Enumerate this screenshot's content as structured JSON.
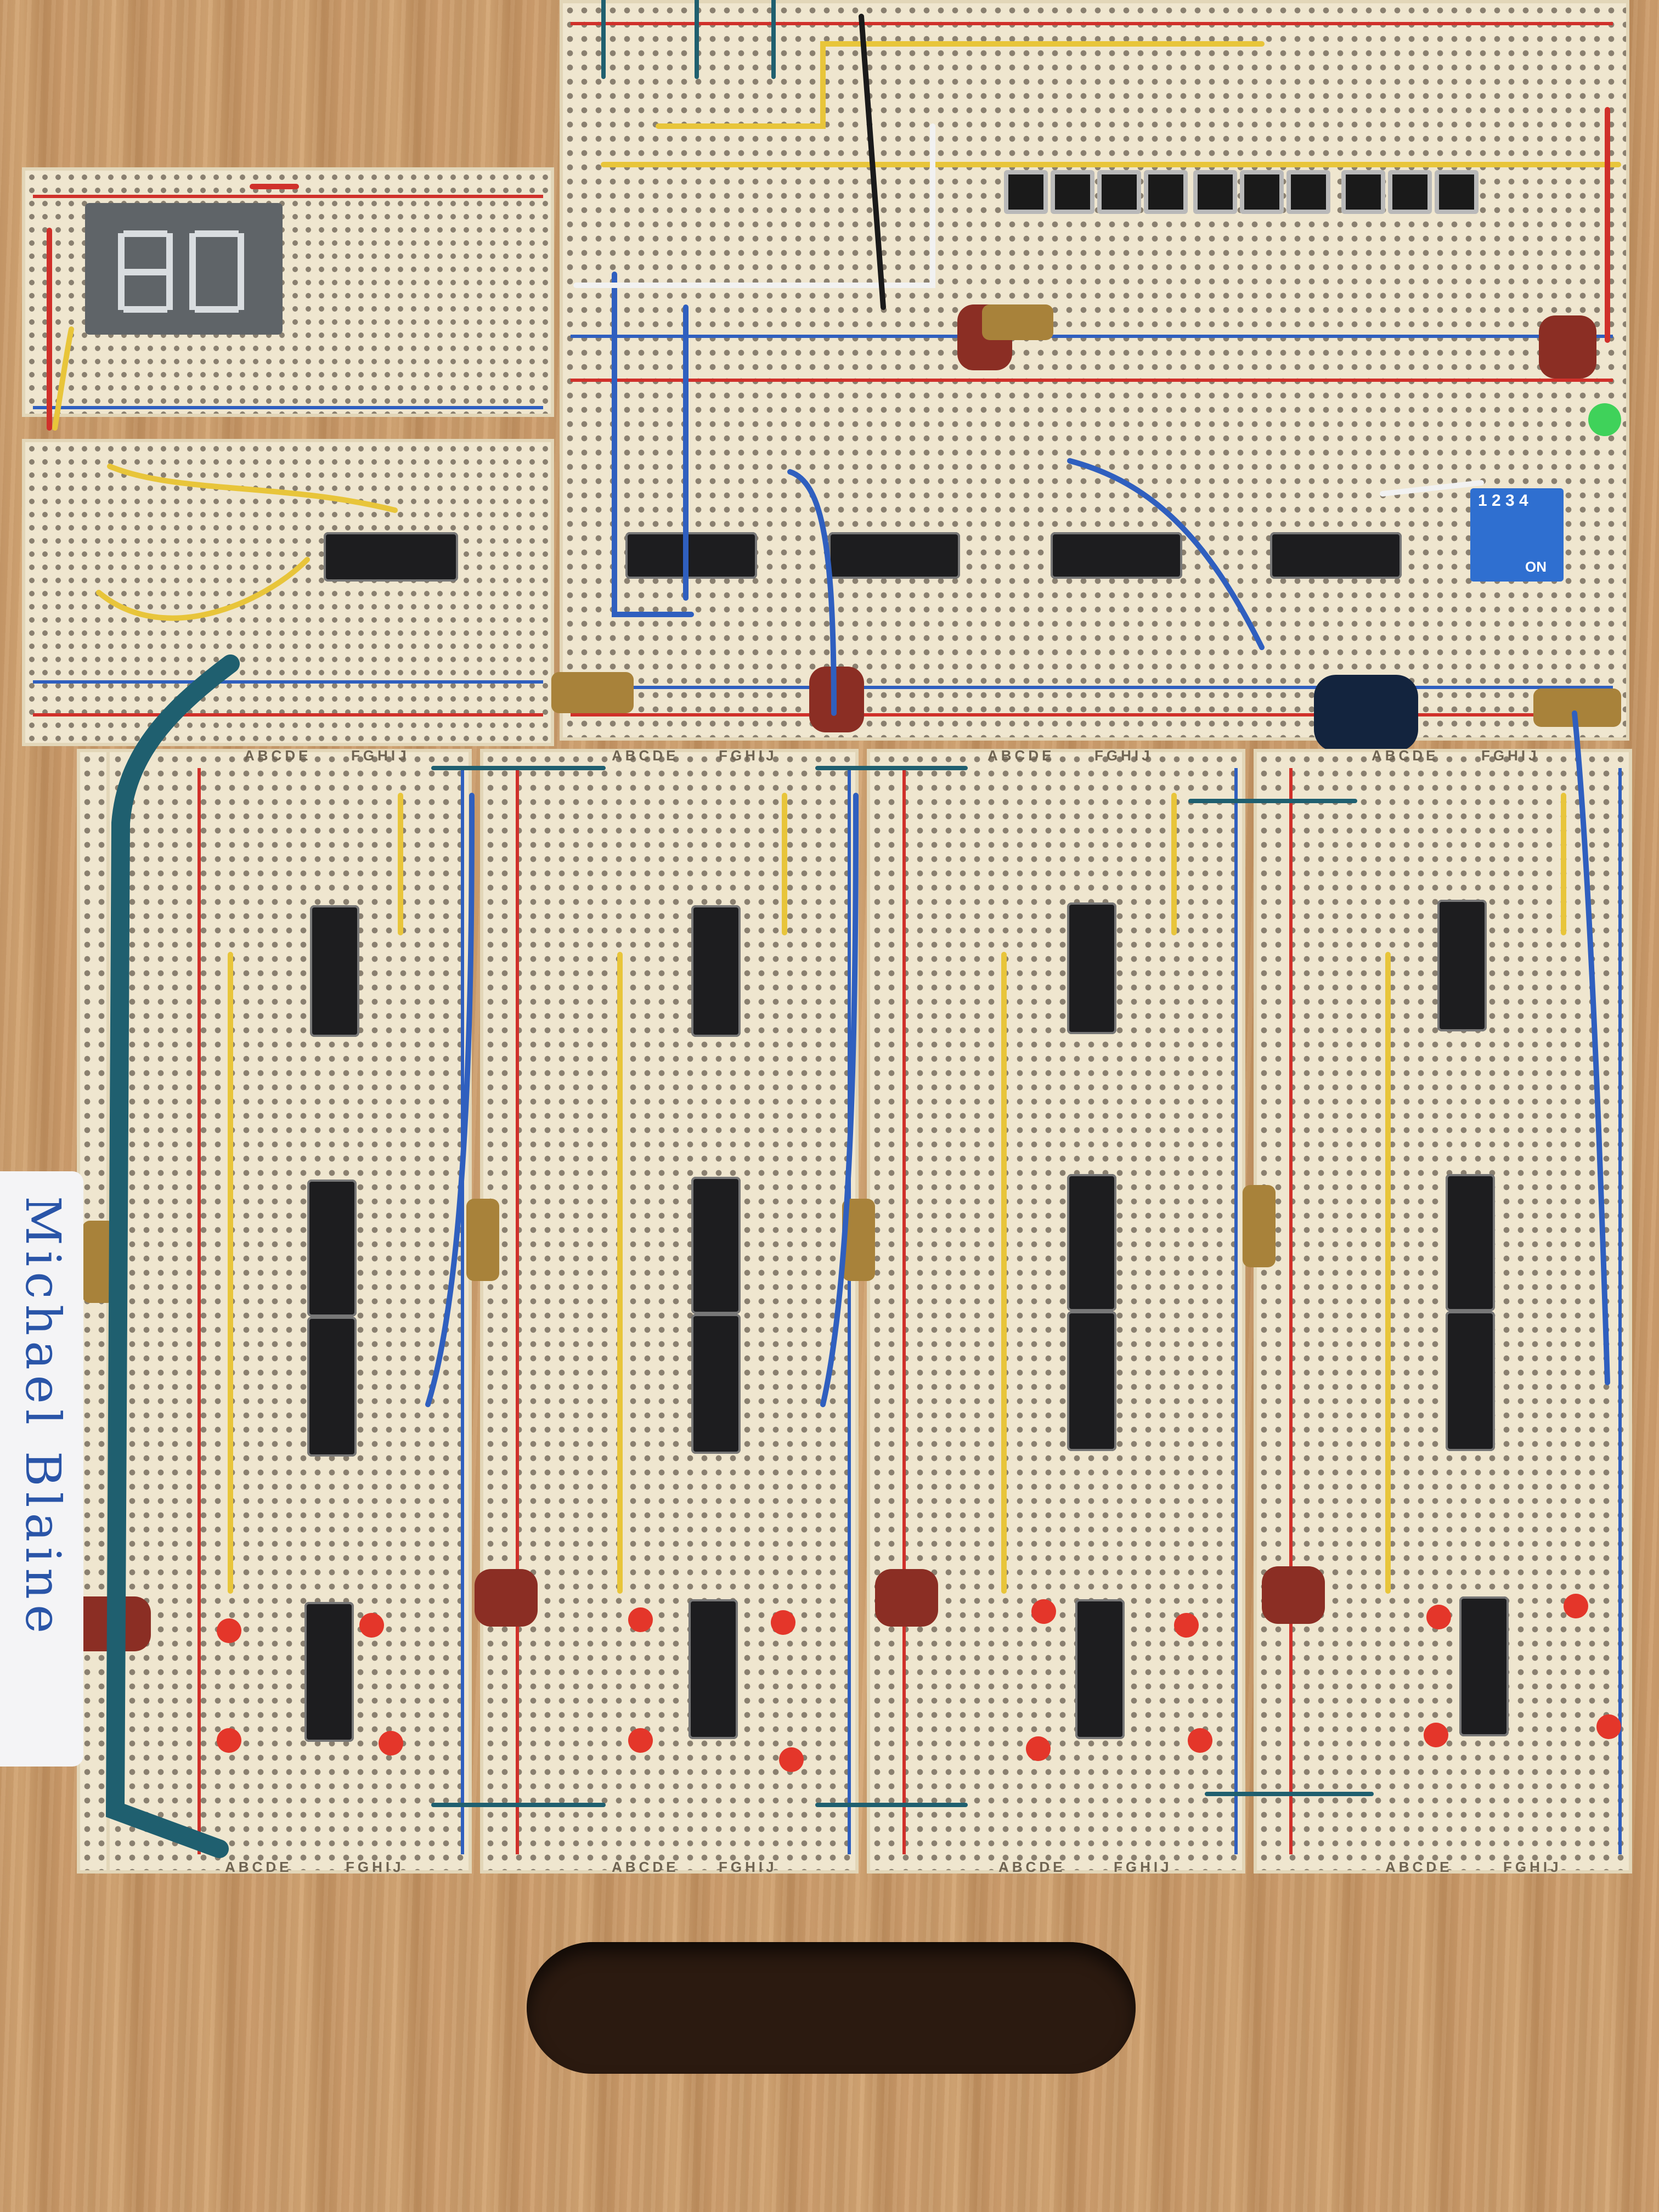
{
  "photo": {
    "subject": "breadboard-computer",
    "name_tag": "Michael Blaine",
    "dip_switch_label": "ON",
    "dip_switch_numbers": "1 2 3 4",
    "board_column_header_left": "ABCDE",
    "board_column_header_right": "FGHIJ"
  },
  "colors": {
    "wood": "#c89a6a",
    "board": "#efe6cf",
    "wire_yellow": "#e8c53a",
    "wire_blue": "#2f5fbf",
    "wire_teal": "#1f5f6f",
    "wire_red": "#d0302a"
  }
}
